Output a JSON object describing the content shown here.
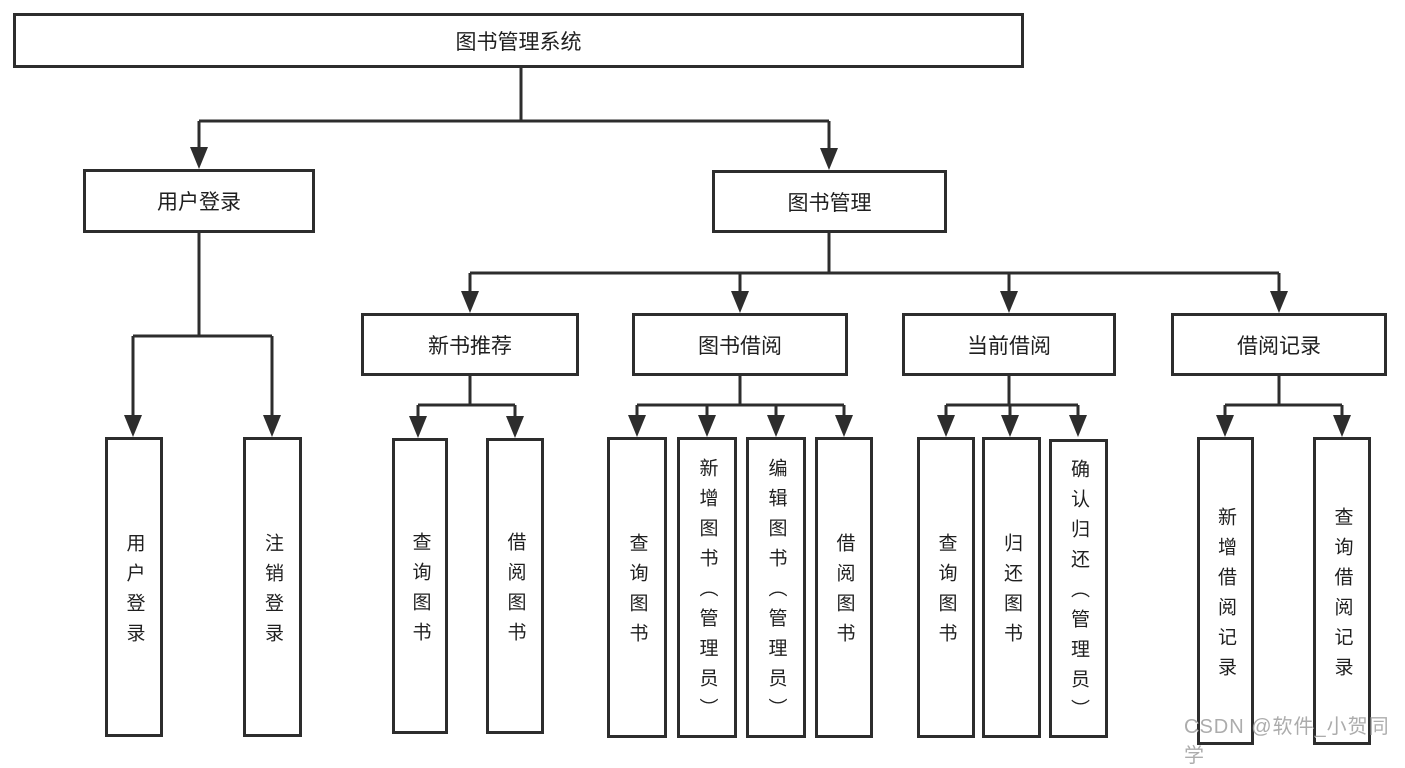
{
  "tree": {
    "label": "图书管理系统",
    "children": [
      {
        "label": "用户登录",
        "children": [
          {
            "label": "用户登录"
          },
          {
            "label": "注销登录"
          }
        ]
      },
      {
        "label": "图书管理",
        "children": [
          {
            "label": "新书推荐",
            "children": [
              {
                "label": "查询图书"
              },
              {
                "label": "借阅图书"
              }
            ]
          },
          {
            "label": "图书借阅",
            "children": [
              {
                "label": "查询图书"
              },
              {
                "label": "新增图书（管理员）"
              },
              {
                "label": "编辑图书（管理员）"
              },
              {
                "label": "借阅图书"
              }
            ]
          },
          {
            "label": "当前借阅",
            "children": [
              {
                "label": "查询图书"
              },
              {
                "label": "归还图书"
              },
              {
                "label": "确认归还（管理员）"
              }
            ]
          },
          {
            "label": "借阅记录",
            "children": [
              {
                "label": "新增借阅记录"
              },
              {
                "label": "查询借阅记录"
              }
            ]
          }
        ]
      }
    ]
  },
  "watermark": {
    "text": "CSDN @软件_小贺同学"
  },
  "colors": {
    "line": "#2d2d2d",
    "box_border": "#2d2d2d",
    "box_background": "#ffffff",
    "text": "#1f1f1f",
    "watermark": "#9e9e9e",
    "page_background": "#ffffff"
  }
}
